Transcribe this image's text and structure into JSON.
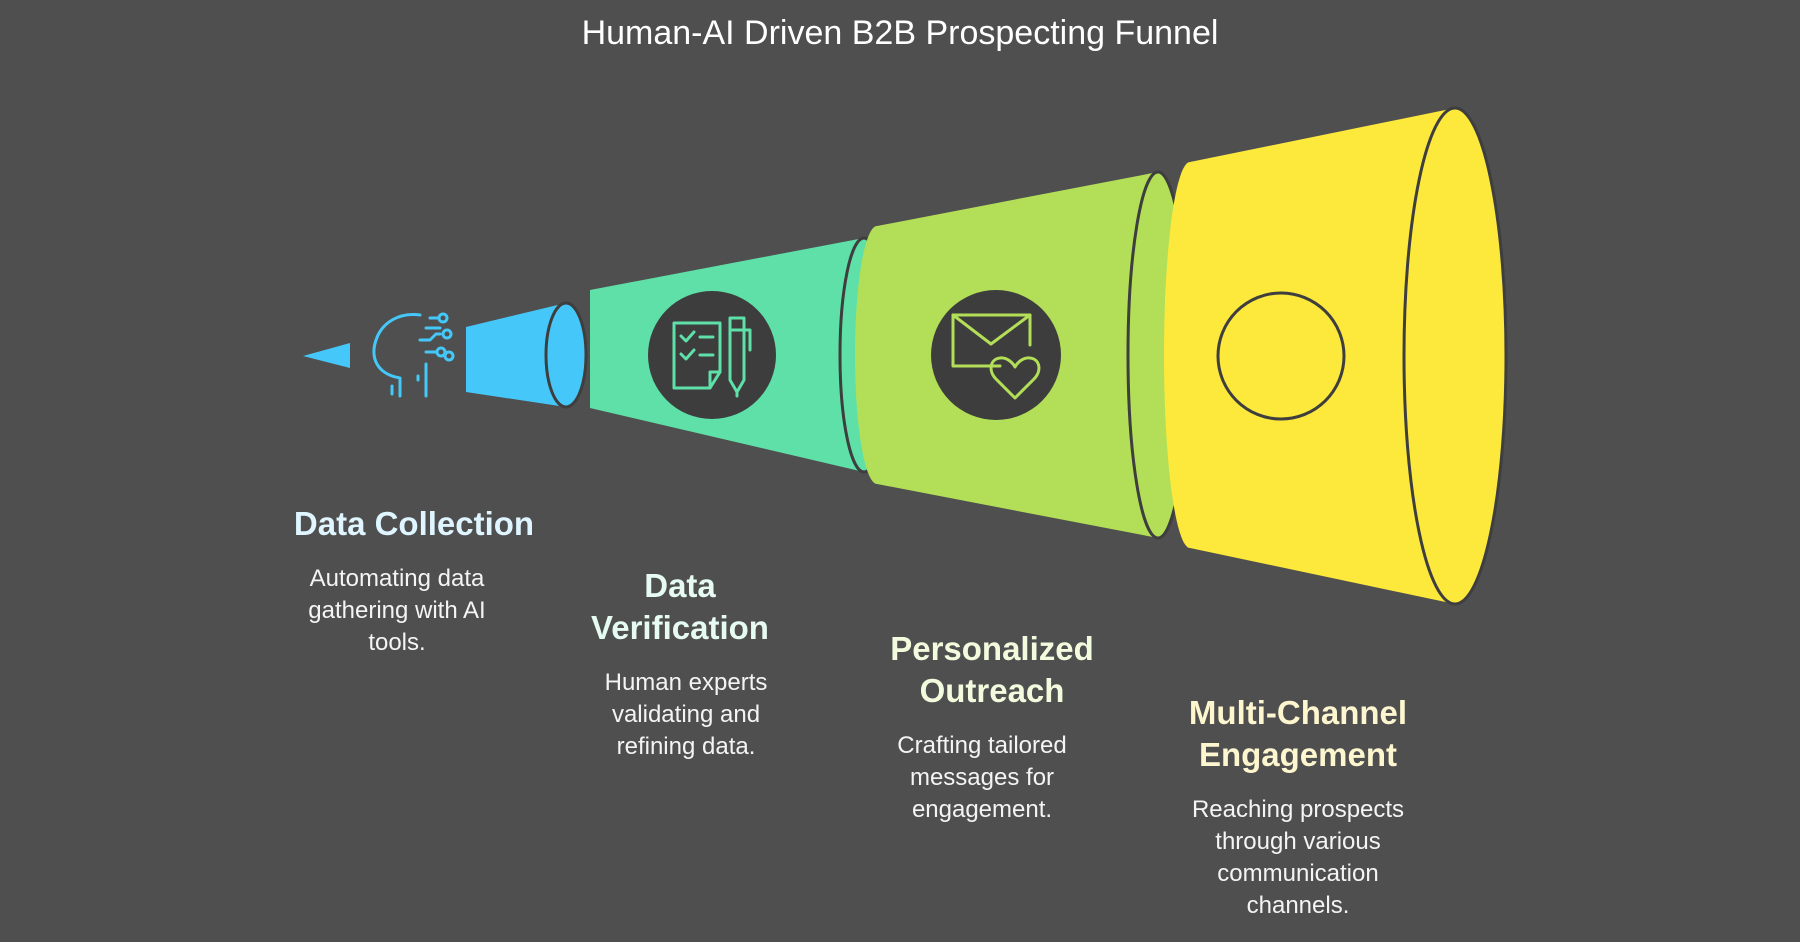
{
  "title": "Human-AI Driven B2B Prospecting Funnel",
  "stages": [
    {
      "title_lines": [
        "Data Collection"
      ],
      "description": "Automating data gathering with AI tools.",
      "color": "#45c8f9",
      "title_color": "#dff5ff",
      "icon": "ai-head-circuit-icon"
    },
    {
      "title_lines": [
        "Data",
        "Verification"
      ],
      "description": "Human experts validating and refining data.",
      "color": "#5fe0a8",
      "title_color": "#e6fbf1",
      "icon": "checklist-pen-icon"
    },
    {
      "title_lines": [
        "Personalized",
        "Outreach"
      ],
      "description": "Crafting tailored messages for engagement.",
      "color": "#b2df57",
      "title_color": "#f3fbdf",
      "icon": "envelope-heart-icon"
    },
    {
      "title_lines": [
        "Multi-Channel",
        "Engagement"
      ],
      "description": "Reaching prospects through various communication channels.",
      "color": "#fde93b",
      "title_color": "#fdf6cf",
      "icon": "circle-icon"
    }
  ]
}
